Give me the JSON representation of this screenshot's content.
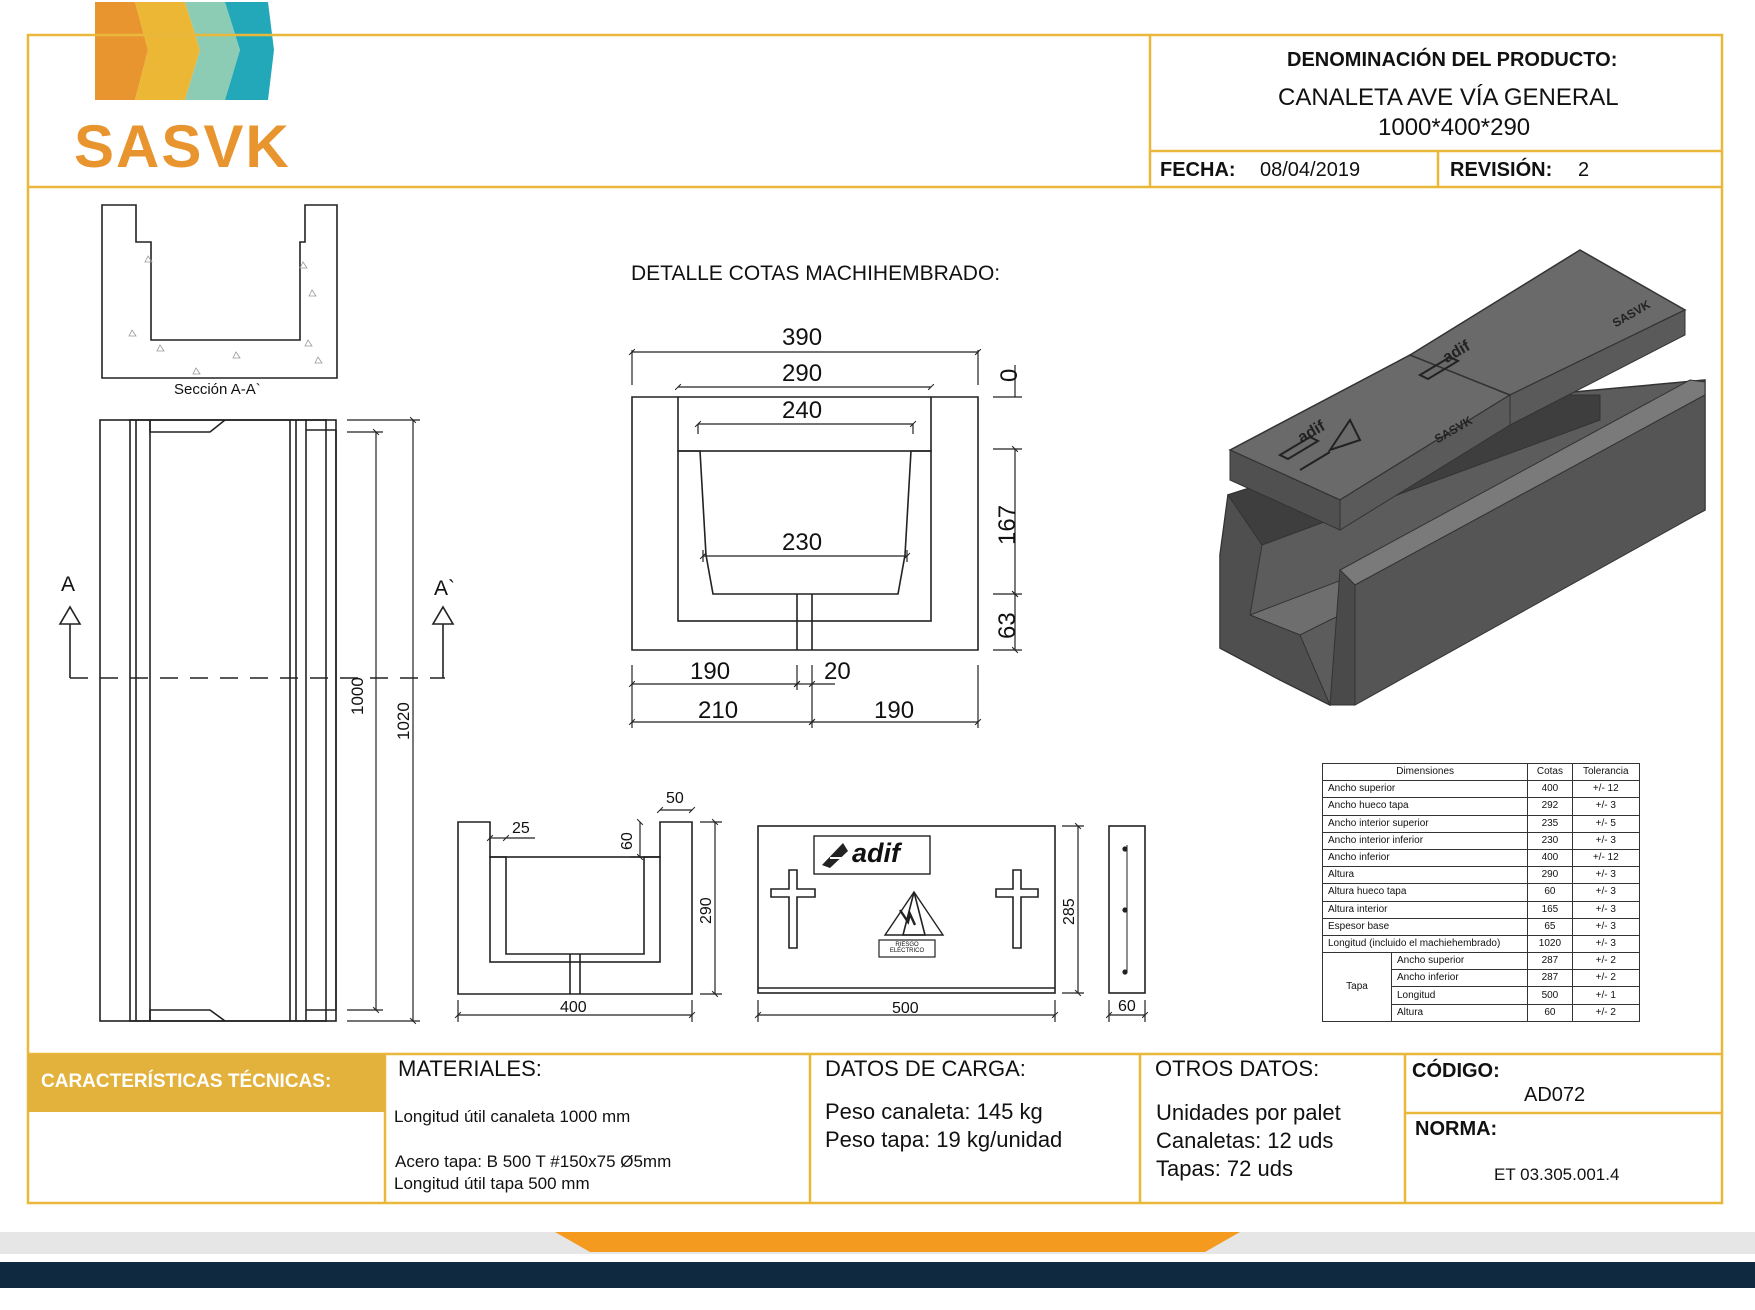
{
  "brand": {
    "name": "SASVK",
    "stripe_colors": [
      "#E8952F",
      "#EBB735",
      "#8CCBB4",
      "#23A8B9"
    ]
  },
  "colors": {
    "frame": "#E9B73A",
    "tech_banner": "#E3B23C",
    "footer_orange": "#F39A1F",
    "footer_navy": "#0F2A40",
    "footer_gray": "#E6E6E6"
  },
  "header": {
    "product_label": "DENOMINACIÓN DEL PRODUCTO:",
    "product_name": "CANALETA AVE VÍA GENERAL",
    "product_dims": "1000*400*290",
    "date_label": "FECHA:",
    "date": "08/04/2019",
    "revision_label": "REVISIÓN:",
    "revision": "2"
  },
  "drawings": {
    "section_caption": "Sección A-A`",
    "detail_title": "DETALLE COTAS MACHIHEMBRADO:",
    "marker_a": "A",
    "marker_a2": "A`",
    "plan_dims": [
      "1000",
      "1020"
    ],
    "detail_dims": {
      "d390": "390",
      "d290": "290",
      "d240": "240",
      "d230": "230",
      "d0": "0",
      "d167": "167",
      "d63": "63",
      "d190a": "190",
      "d20": "20",
      "d210": "210",
      "d190b": "190"
    },
    "cross_dims": {
      "d25": "25",
      "d50": "50",
      "d60": "60",
      "d290": "290",
      "d400": "400"
    },
    "lid_dims": {
      "d285": "285",
      "d500": "500",
      "d60": "60"
    },
    "lid_logo": "adif",
    "lid_sign": "RIESGO ELÉCTRICO",
    "iso_marks": [
      "SASVK",
      "adif",
      "SASVK",
      "adif"
    ]
  },
  "dimension_table": {
    "headers": [
      "Dimensiones",
      "Cotas",
      "Tolerancia"
    ],
    "rows": [
      {
        "label": "Ancho superior",
        "value": "400",
        "tol": "+/-  12"
      },
      {
        "label": "Ancho hueco tapa",
        "value": "292",
        "tol": "+/-  3"
      },
      {
        "label": "Ancho interior superior",
        "value": "235",
        "tol": "+/-  5"
      },
      {
        "label": "Ancho interior inferior",
        "value": "230",
        "tol": "+/-  3"
      },
      {
        "label": "Ancho inferior",
        "value": "400",
        "tol": "+/-  12"
      },
      {
        "label": "Altura",
        "value": "290",
        "tol": "+/-  3"
      },
      {
        "label": "Altura hueco tapa",
        "value": "60",
        "tol": "+/-  3"
      },
      {
        "label": "Altura interior",
        "value": "165",
        "tol": "+/-  3"
      },
      {
        "label": "Espesor base",
        "value": "65",
        "tol": "+/-  3"
      },
      {
        "label": "Longitud (incluido el machiehembrado)",
        "value": "1020",
        "tol": "+/-  3"
      }
    ],
    "group_label": "Tapa",
    "group_rows": [
      {
        "label": "Ancho superior",
        "value": "287",
        "tol": "+/-  2"
      },
      {
        "label": "Ancho inferior",
        "value": "287",
        "tol": "+/-  2"
      },
      {
        "label": "Longitud",
        "value": "500",
        "tol": "+/-  1"
      },
      {
        "label": "Altura",
        "value": "60",
        "tol": "+/-  2"
      }
    ]
  },
  "tech": {
    "banner": "CARACTERÍSTICAS TÉCNICAS:",
    "materials_title": "MATERIALES:",
    "materials": [
      "Longitud útil canaleta 1000 mm",
      "Acero tapa: B 500 T #150x75 Ø5mm",
      "Longitud útil tapa 500 mm"
    ],
    "load_title": "DATOS DE CARGA:",
    "load": [
      "Peso canaleta: 145 kg",
      "Peso tapa: 19 kg/unidad"
    ],
    "other_title": "OTROS DATOS:",
    "other": [
      "Unidades por palet",
      "Canaletas: 12 uds",
      "Tapas: 72 uds"
    ],
    "code_label": "CÓDIGO:",
    "code": "AD072",
    "norm_label": "NORMA:",
    "norm": "ET 03.305.001.4"
  }
}
